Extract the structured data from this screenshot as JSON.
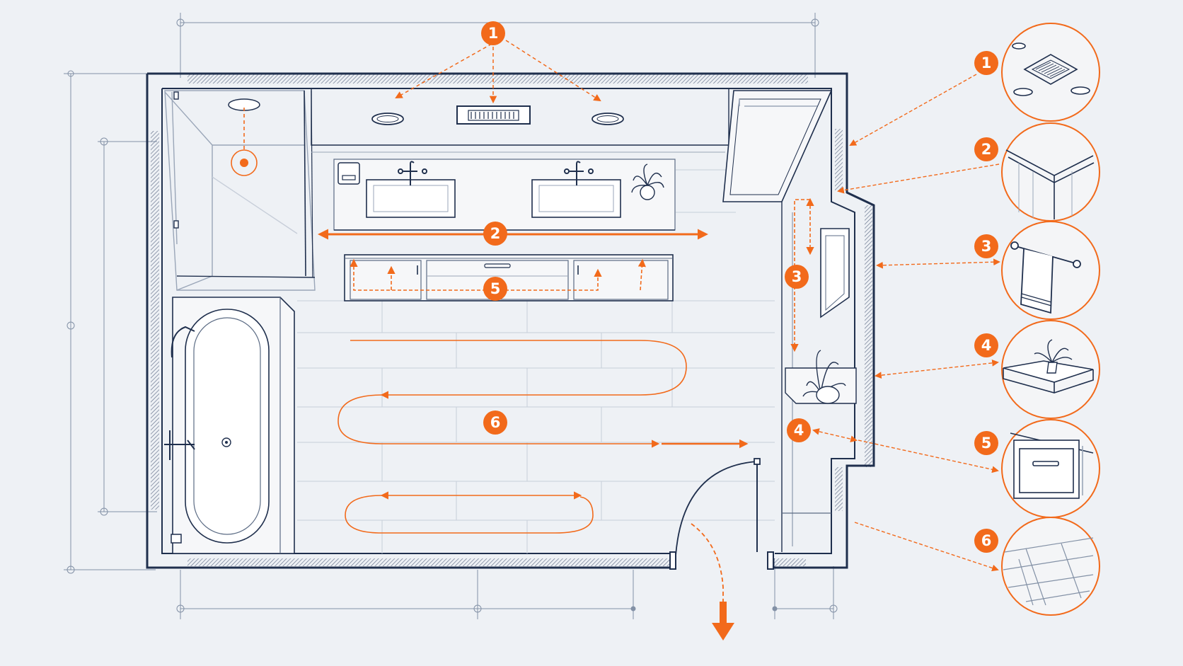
{
  "colors": {
    "background": "#eef1f5",
    "line": "#1f2f4d",
    "sketch": "#9aa6b8",
    "accent": "#f26a1b"
  },
  "icons": [
    "ceiling-light-icon",
    "exhaust-fan-icon",
    "faucet-icon",
    "plant-icon",
    "towel-bar-icon",
    "drawer-pull-icon"
  ],
  "callouts": [
    {
      "number": "1"
    },
    {
      "number": "2"
    },
    {
      "number": "3"
    },
    {
      "number": "4"
    },
    {
      "number": "5"
    },
    {
      "number": "6"
    }
  ],
  "detail_views": [
    {
      "number": "1"
    },
    {
      "number": "2"
    },
    {
      "number": "3"
    },
    {
      "number": "4"
    },
    {
      "number": "5"
    },
    {
      "number": "6"
    }
  ]
}
